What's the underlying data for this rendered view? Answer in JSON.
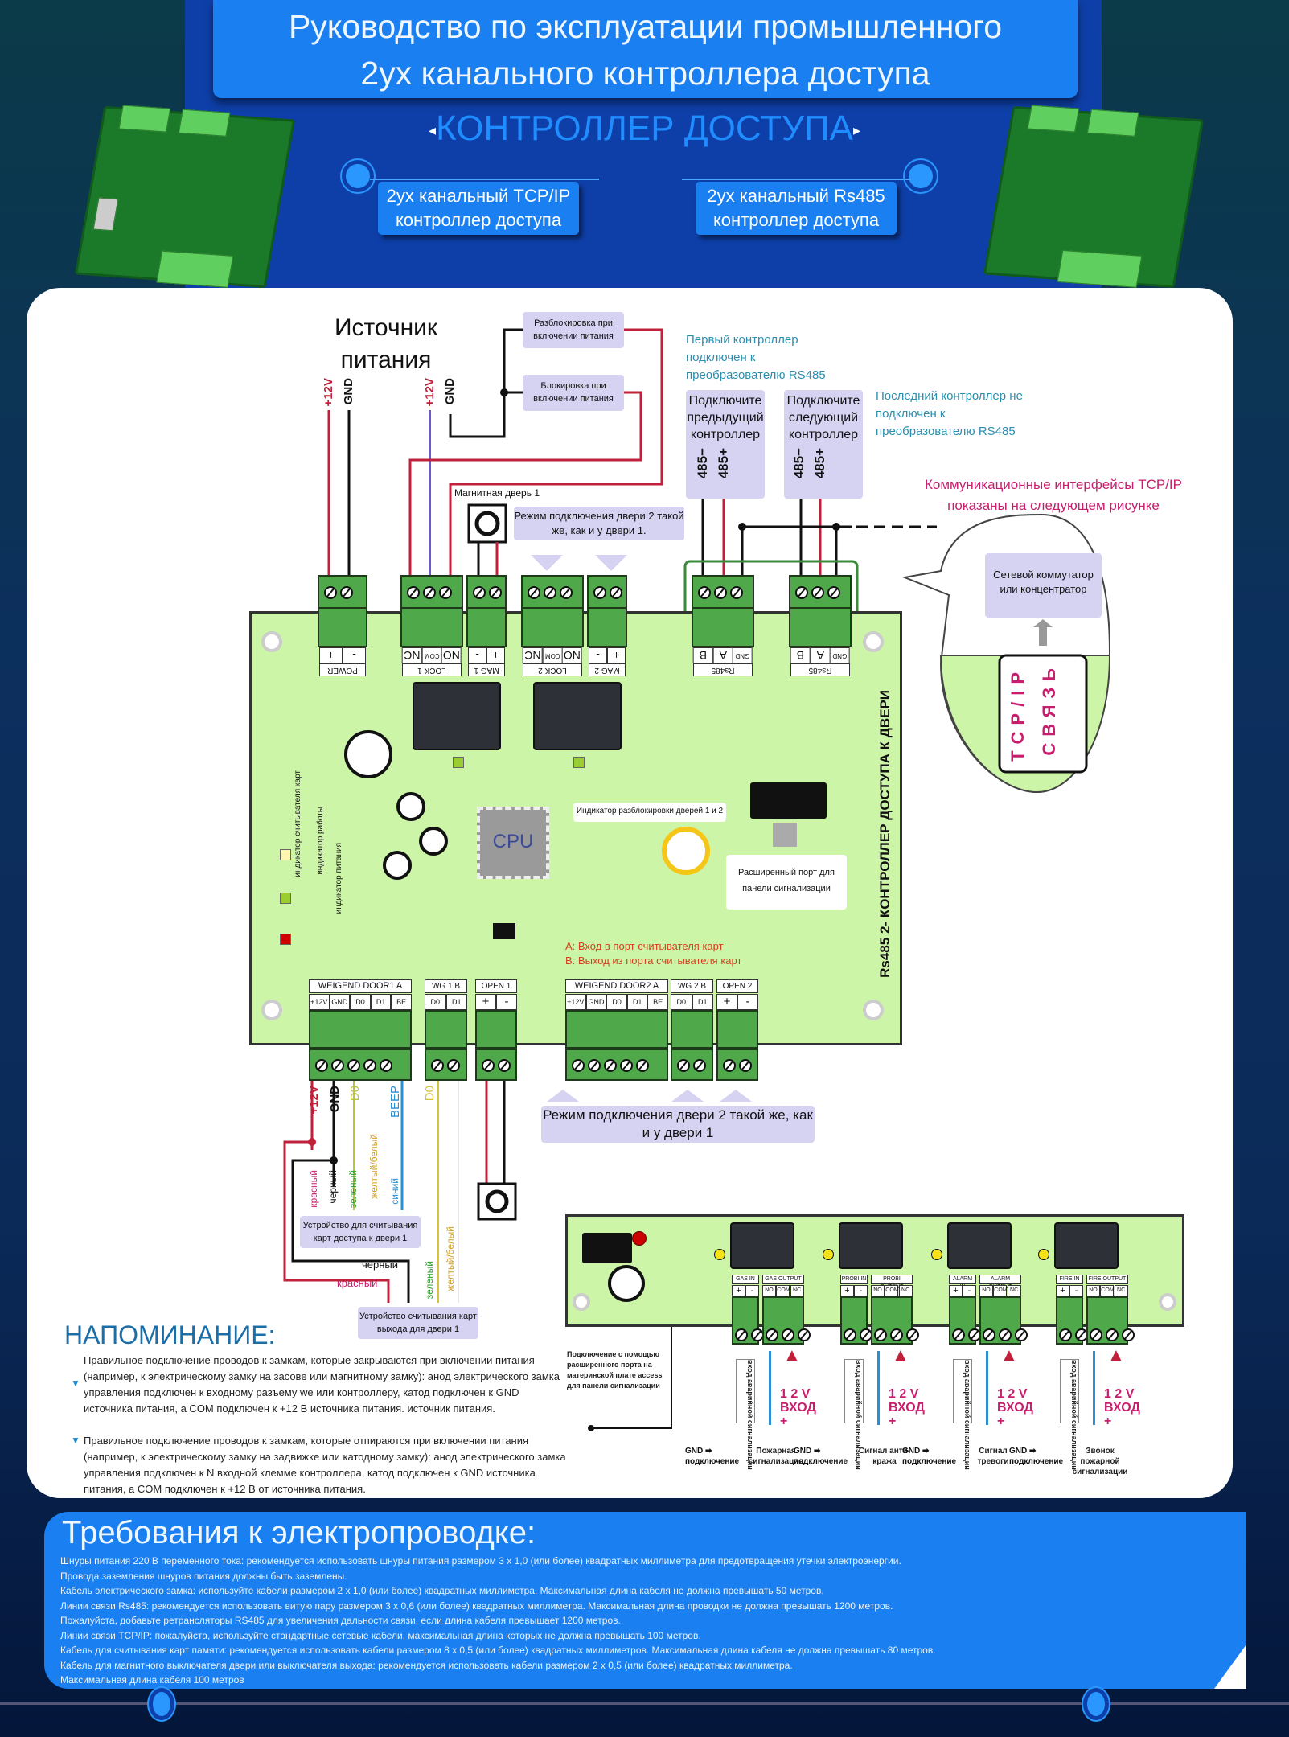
{
  "header": {
    "title_line1": "Руководство по эксплуатации промышленного",
    "title_line2": "2ух канального контроллера доступа",
    "subtitle": "КОНТРОЛЛЕР ДОСТУПА",
    "options": [
      {
        "line1": "2ух канальный TCP/IP",
        "line2": "контроллер доступа"
      },
      {
        "line1": "2ух канальный Rs485",
        "line2": "контроллер доступа"
      }
    ],
    "arrow_left": "◂",
    "arrow_right": "▸"
  },
  "diagram": {
    "power_source_line1": "Источник",
    "power_source_line2": "питания",
    "ps_plus": "+12V",
    "ps_gnd": "GND",
    "ps_plus2": "+12V",
    "ps_gnd2": "GND",
    "unlock_on_power": "Разблокировка при включении питания",
    "lock_on_power": "Блокировка при включении питания",
    "magnetic_door": "Магнитная дверь 1",
    "door2_mode_top": "Режим подключения двери 2 такой же, как и у двери 1.",
    "first_controller": "Первый контроллер подключен к преобразователю RS485",
    "last_controller": "Последний контроллер не подключен к преобразователю RS485",
    "connect_prev": "Подключите предыдущий контроллер",
    "connect_next": "Подключите следующий контроллер",
    "pin_485_minus": "485−",
    "pin_485_plus": "485+",
    "tcpip_note": "Коммуникационные интерфейсы TCP/IP показаны на следующем рисунке",
    "switch_label": "Сетевой коммутатор или концентратор",
    "tcpip_port_line1": "TCP/IP",
    "tcpip_port_line2": "СВЯЗЬ",
    "top_terminals": [
      {
        "name": "POWER",
        "pins": [
          "+",
          "-"
        ]
      },
      {
        "name": "LOCK 1",
        "pins": [
          "NC",
          "COM",
          "NO"
        ]
      },
      {
        "name": "MAG 1",
        "pins": [
          "-",
          "+"
        ]
      },
      {
        "name": "LOCK 2",
        "pins": [
          "NC",
          "COM",
          "NO"
        ]
      },
      {
        "name": "MAG 2",
        "pins": [
          "-",
          "+"
        ]
      },
      {
        "name": "Rs485",
        "pins": [
          "B",
          "A",
          "GND"
        ]
      },
      {
        "name": "Rs485",
        "pins": [
          "B",
          "A",
          "GND"
        ]
      }
    ],
    "bottom_terminals": [
      {
        "name": "WEIGEND DOOR1  A",
        "pins": [
          "+12V",
          "GND",
          "D0",
          "D1",
          "BE"
        ]
      },
      {
        "name": "WG 1 B",
        "pins": [
          "D0",
          "D1"
        ]
      },
      {
        "name": "OPEN 1",
        "pins": [
          "+",
          "-"
        ]
      },
      {
        "name": "WEIGEND DOOR2  A",
        "pins": [
          "+12V",
          "GND",
          "D0",
          "D1",
          "BE"
        ]
      },
      {
        "name": "WG 2 B",
        "pins": [
          "D0",
          "D1"
        ]
      },
      {
        "name": "OPEN 2",
        "pins": [
          "+",
          "-"
        ]
      }
    ],
    "cpu": "CPU",
    "unlock_indicator": "Индикатор разблокировки дверей 1 и 2",
    "expansion_port": "Расширенный порт для панели сигнализации",
    "board_side_label": "Rs485 2- КОНТРОЛЛЕР ДОСТУПА К ДВЕРИ",
    "ind_card_reader": "индикатор считывателя карт",
    "ind_work": "индикатор работы",
    "ind_power": "индикатор питания",
    "port_a": "A: Вход в порт считывателя карт",
    "port_b": "B: Выход из порта считывателя карт",
    "door2_mode_bottom": "Режим подключения двери 2 такой же, как и у двери 1",
    "wire_labels_door": [
      "+12V",
      "GND",
      "D0",
      "BEEP",
      "D0"
    ],
    "wire_colors": [
      "красный",
      "черный",
      "зеленый",
      "желтый/белый",
      "синий"
    ],
    "reader_access": "Устройство для считывания карт доступа к двери 1",
    "reader_exit": "Устройство считывания карт выхода для двери 1",
    "exit_black": "черный",
    "exit_red": "красный",
    "exit_green": "зеленый",
    "exit_yellow": "желтый/белый"
  },
  "alarm_panel": {
    "connection_note": "Подключение с помощью расширенного порта на материнской плате access для панели сигнализации",
    "channels": [
      {
        "in": "GAS IN",
        "out": "GAS OUTPUT",
        "signal": "Пожарная сигнализация"
      },
      {
        "in": "PROBI IN",
        "out": "PROBI OUTPUT",
        "signal": "Сигнал анти-кража"
      },
      {
        "in": "ALARM IN",
        "out": "ALARM OUTPUT",
        "signal": "Сигнал тревоги"
      },
      {
        "in": "FIRE IN",
        "out": "FIRE OUTPUT",
        "signal": "Звонок пожарной сигнализации"
      }
    ],
    "in_pins": [
      "+",
      "-"
    ],
    "out_pins": [
      "NO",
      "COM",
      "NC"
    ],
    "alarm_input_label": "вход аварийной сигнализации",
    "v12_line1": "1 2 V",
    "v12_line2": "ВХОД",
    "plus": "+",
    "gnd": "GND",
    "gnd_connect": "подключение"
  },
  "reminder": {
    "title": "НАПОМИНАНИЕ:",
    "items": [
      "Правильное подключение проводов к замкам, которые закрываются при включении питания (например, к электрическому замку на засове или магнитному замку): анод электрического замка управления подключен к входному разъему we или контроллеру, катод подключен к GND источника питания, а COM подключен к +12 В источника питания. источник питания.",
      "Правильное подключение проводов к замкам, которые отпираются при включении питания (например, к электрическому замку на задвижке или катодному замку): анод электрического замка управления подключен к N входной клемме контроллера, катод подключен к GND источника питания, а COM подключен к +12 В от источника питания."
    ]
  },
  "requirements": {
    "title": "Требования к электропроводке:",
    "items": [
      "Шнуры питания 220 В переменного тока: рекомендуется использовать шнуры питания размером 3 x 1,0 (или более) квадратных миллиметра для предотвращения утечки электроэнергии.",
      "Провода заземления шнуров питания должны быть заземлены.",
      "Кабель электрического замка: используйте кабели размером 2 x 1,0 (или более) квадратных миллиметра. Максимальная длина кабеля не должна превышать 50 метров.",
      "Линии связи Rs485: рекомендуется использовать витую пару размером 3 x 0,6 (или более) квадратных миллиметра. Максимальная длина проводки не должна превышать 1200 метров.",
      "Пожалуйста, добавьте ретрансляторы RS485 для увеличения дальности связи, если длина кабеля превышает 1200 метров.",
      "Линии связи TCP/IP: пожалуйста, используйте стандартные сетевые кабели, максимальная длина которых не должна превышать 100 метров.",
      "Кабель для считывания карт памяти: рекомендуется использовать кабели размером 8 x 0,5 (или более) квадратных миллиметров. Максимальная длина кабеля не должна превышать 80 метров.",
      "Кабель для магнитного выключателя двери или выключателя выхода: рекомендуется использовать кабели размером 2 x 0,5 (или более) квадратных миллиметра.",
      "Максимальная длина кабеля 100 метров"
    ]
  },
  "colors": {
    "accent_blue": "#1a7ff0",
    "pcb_green": "#ccf5a8",
    "terminal_green": "#4fa84a",
    "wire_red": "#c0203a",
    "label_purple": "#d6d2f2",
    "note_teal": "#2a8fb0",
    "note_pink": "#c81e6e"
  }
}
